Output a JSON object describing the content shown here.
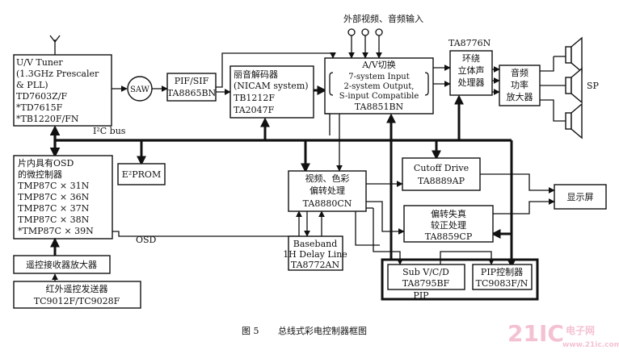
{
  "external_input": "外部视频、音频输入",
  "tuner": [
    "U/V Tuner",
    "(1.3GHz Prescaler",
    "& PLL)",
    "TD7603Z/F",
    "*TD7615F",
    "*TB1220F/FN"
  ],
  "saw": "SAW",
  "pif": [
    "PIF/SIF",
    "TA8865BN"
  ],
  "nicam": [
    "丽音解码器",
    "(NICAM system)",
    "TB1212F",
    "TA2047F"
  ],
  "av_switch": [
    "A/V切换",
    "7-system Input",
    "2-system Output,",
    "S-input Compatible",
    "TA8851BN"
  ],
  "surround_chip": "TA8776N",
  "surround": [
    "环绕",
    "立体声",
    "处理器"
  ],
  "amp": [
    "音频",
    "功率",
    "放大器"
  ],
  "sp": "SP",
  "i2c": "I²C bus",
  "eprom": "E²PROM",
  "mcu": [
    "片内具有OSD",
    "的微控制器",
    "TMP87C × 31N",
    "TMP87C × 36N",
    "TMP87C × 37N",
    "TMP87C × 38N",
    "*TMP87C × 39N"
  ],
  "osd": "OSD",
  "video": [
    "视频、色彩",
    "偏转处理",
    "TA8880CN"
  ],
  "cutoff": [
    "Cutoff Drive",
    "TA8889AP"
  ],
  "display": "显示屏",
  "deflect": [
    "偏转失真",
    "较正处理",
    "TA8859CP"
  ],
  "remote_amp": "遥控接收器放大器",
  "ir": [
    "红外遥控发送器",
    "TC9012F/TC9028F"
  ],
  "baseband": [
    "Baseband",
    "1H Delay Line",
    "TA8772AN"
  ],
  "subvcd": [
    "Sub V/C/D",
    "TA8795BF"
  ],
  "pip_ctrl": [
    "PIP控制器",
    "TC9083F/N"
  ],
  "pip": "PIP",
  "caption_num": "图 5",
  "caption": "总线式彩电控制器框图",
  "watermark_main": "21IC",
  "watermark_cn": "电子网",
  "watermark_url": "www.21ic.com"
}
